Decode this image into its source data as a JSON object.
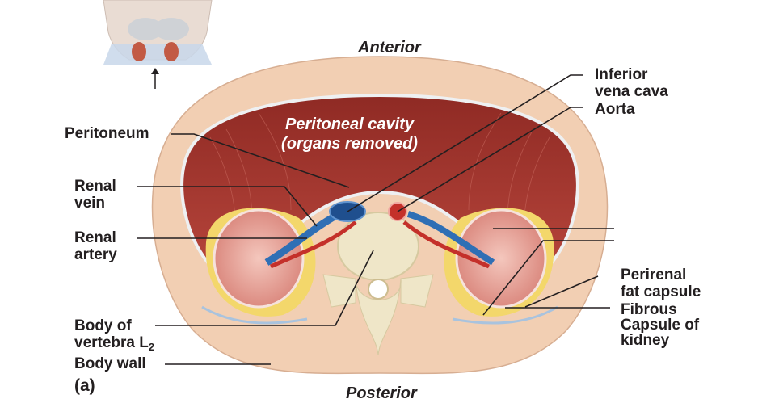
{
  "orientation": {
    "anterior": "Anterior",
    "posterior": "Posterior"
  },
  "cavity": {
    "line1": "Peritoneal cavity",
    "line2": "(organs removed)"
  },
  "labels": {
    "peritoneum": "Peritoneum",
    "renal_vein_1": "Renal",
    "renal_vein_2": "vein",
    "renal_artery_1": "Renal",
    "renal_artery_2": "artery",
    "vertebra_1": "Body of",
    "vertebra_2": "vertebra L",
    "vertebra_sub": "2",
    "body_wall": "Body wall",
    "ivc_1": "Inferior",
    "ivc_2": "vena cava",
    "aorta": "Aorta",
    "perirenal_1": "Perirenal",
    "perirenal_2": "fat capsule",
    "fibrous_1": "Fibrous",
    "fibrous_2": "Capsule of",
    "fibrous_3": "kidney"
  },
  "panel_tag": "(a)",
  "colors": {
    "body_wall": "#f2cfb3",
    "muscle": "#a73a32",
    "peritoneum_line": "#e9ecef",
    "kidney": "#e7a79c",
    "fat": "#f3d76b",
    "vein": "#2f6fb5",
    "artery": "#c4302a",
    "bone": "#efe6c8"
  }
}
